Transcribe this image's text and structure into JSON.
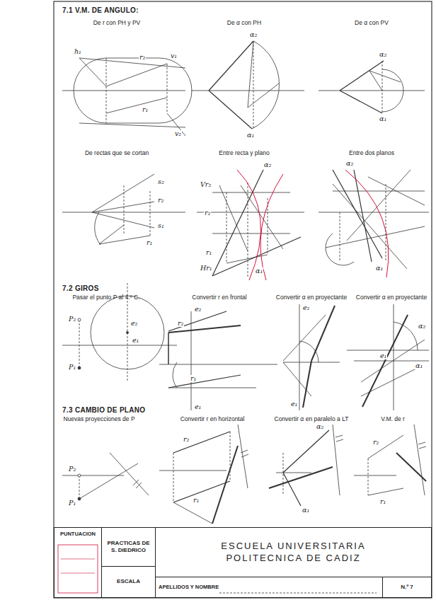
{
  "diagram": {
    "nodes": [
      {
        "text": [
          "PUNTUACION"
        ]
      },
      {
        "text": [
          "PRACTICAS DE S. DIEDRICO"
        ]
      },
      {
        "text": [
          "ESCALA"
        ]
      },
      {
        "text": [
          "ESCUELA UNIVERSITARIA POLITECNICA DE CADIZ"
        ]
      },
      {
        "text": [
          "APELLIDOS Y NOMBRE"
        ]
      },
      {
        "text": [
          "N.º 7"
        ]
      }
    ],
    "labels": [
      "7.1 V.M. DE ANGULO:",
      "De r con PH y PV",
      "De α con PH",
      "De α con PV",
      "De rectas que se cortan",
      "Entre recta y plano",
      "Entre dos planos",
      "7.2 GIROS",
      "Pasar el punto P al 4.º C.",
      "Convertir r en frontal",
      "Convertir α en proyectante",
      "Convertir α en proyectante",
      "7.3 CAMBIO DE PLANO",
      "Nuevas proyecciones de P",
      "Convertir r en horizontal",
      "Convertir α en paralelo a LT",
      "V.M. de r",
      "h₁",
      "r₂",
      "v₁",
      "r₁",
      "v₂",
      "α₂",
      "α₁",
      "α₂",
      "α₁",
      "s₂",
      "r₂",
      "s₁",
      "r₁",
      "α₂",
      "Vr₂",
      "r₂",
      "r₁",
      "Hr₁",
      "α₁",
      "α₂",
      "α₁",
      "P₂",
      "P₁",
      "e₂",
      "e₁",
      "e₂",
      "r₂",
      "r₁",
      "e₁",
      "e₂",
      "e₁",
      "α₂",
      "α₁",
      "e₁",
      "P₂",
      "P₁",
      "r₂",
      "r₁",
      "α₂",
      "α₁",
      "r₂",
      "r₁"
    ]
  }
}
